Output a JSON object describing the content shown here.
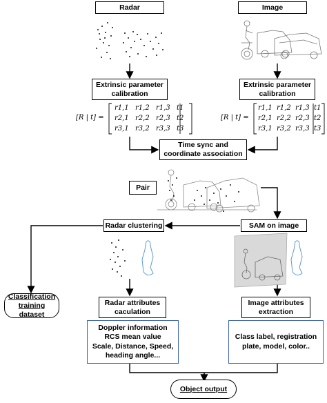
{
  "boxes": {
    "radar": "Radar",
    "image": "Image",
    "extrinsic_left": "Extrinsic parameter calibration",
    "extrinsic_right": "Extrinsic parameter calibration",
    "timesync": "Time sync and coordinate association",
    "pair": "Pair",
    "radar_clustering": "Radar clustering",
    "sam": "SAM on image",
    "classification": "Classification training dataset",
    "radar_attr": "Radar attributes caculation",
    "image_attr": "Image attributes extraction",
    "object_output": "Object output"
  },
  "radar_features": [
    "Doppler information",
    "RCS mean value",
    "Scale, Distance, Speed,",
    "heading angle..."
  ],
  "image_features": [
    "Class label, registration",
    "plate, model, color.."
  ],
  "matrix": {
    "lhs": "[R | t] =",
    "rows": [
      [
        "r1,1",
        "r1,2",
        "r1,3",
        "t1"
      ],
      [
        "r2,1",
        "r2,2",
        "r2,3",
        "t2"
      ],
      [
        "r3,1",
        "r3,2",
        "r3,3",
        "t3"
      ]
    ]
  },
  "colors": {
    "feature_border": "#3a64b0",
    "line": "#000000"
  }
}
